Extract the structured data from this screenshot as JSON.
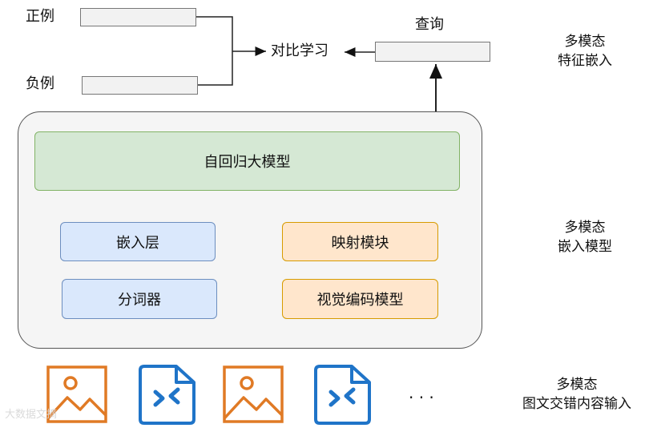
{
  "labels": {
    "positive": "正例",
    "negative": "负例",
    "contrastive": "对比学习",
    "query": "查询",
    "side_embedding": "多模态\n特征嵌入",
    "side_model": "多模态\n嵌入模型",
    "side_input": "多模态\n图文交错内容输入"
  },
  "model": {
    "autoregressive": "自回归大模型",
    "embedding_layer": "嵌入层",
    "tokenizer": "分词器",
    "projection": "映射模块",
    "vision_encoder": "视觉编码模型"
  },
  "inputs": {
    "items": [
      "image-icon",
      "code-file-icon",
      "image-icon",
      "code-file-icon"
    ],
    "ellipsis": "· · ·"
  },
  "watermark": "大数据文摘",
  "colors": {
    "image_icon": "#e07a25",
    "file_icon": "#1f74c8",
    "green_fill": "#d5e8d4",
    "blue_fill": "#dae8fc",
    "orange_fill": "#ffe6cc"
  }
}
